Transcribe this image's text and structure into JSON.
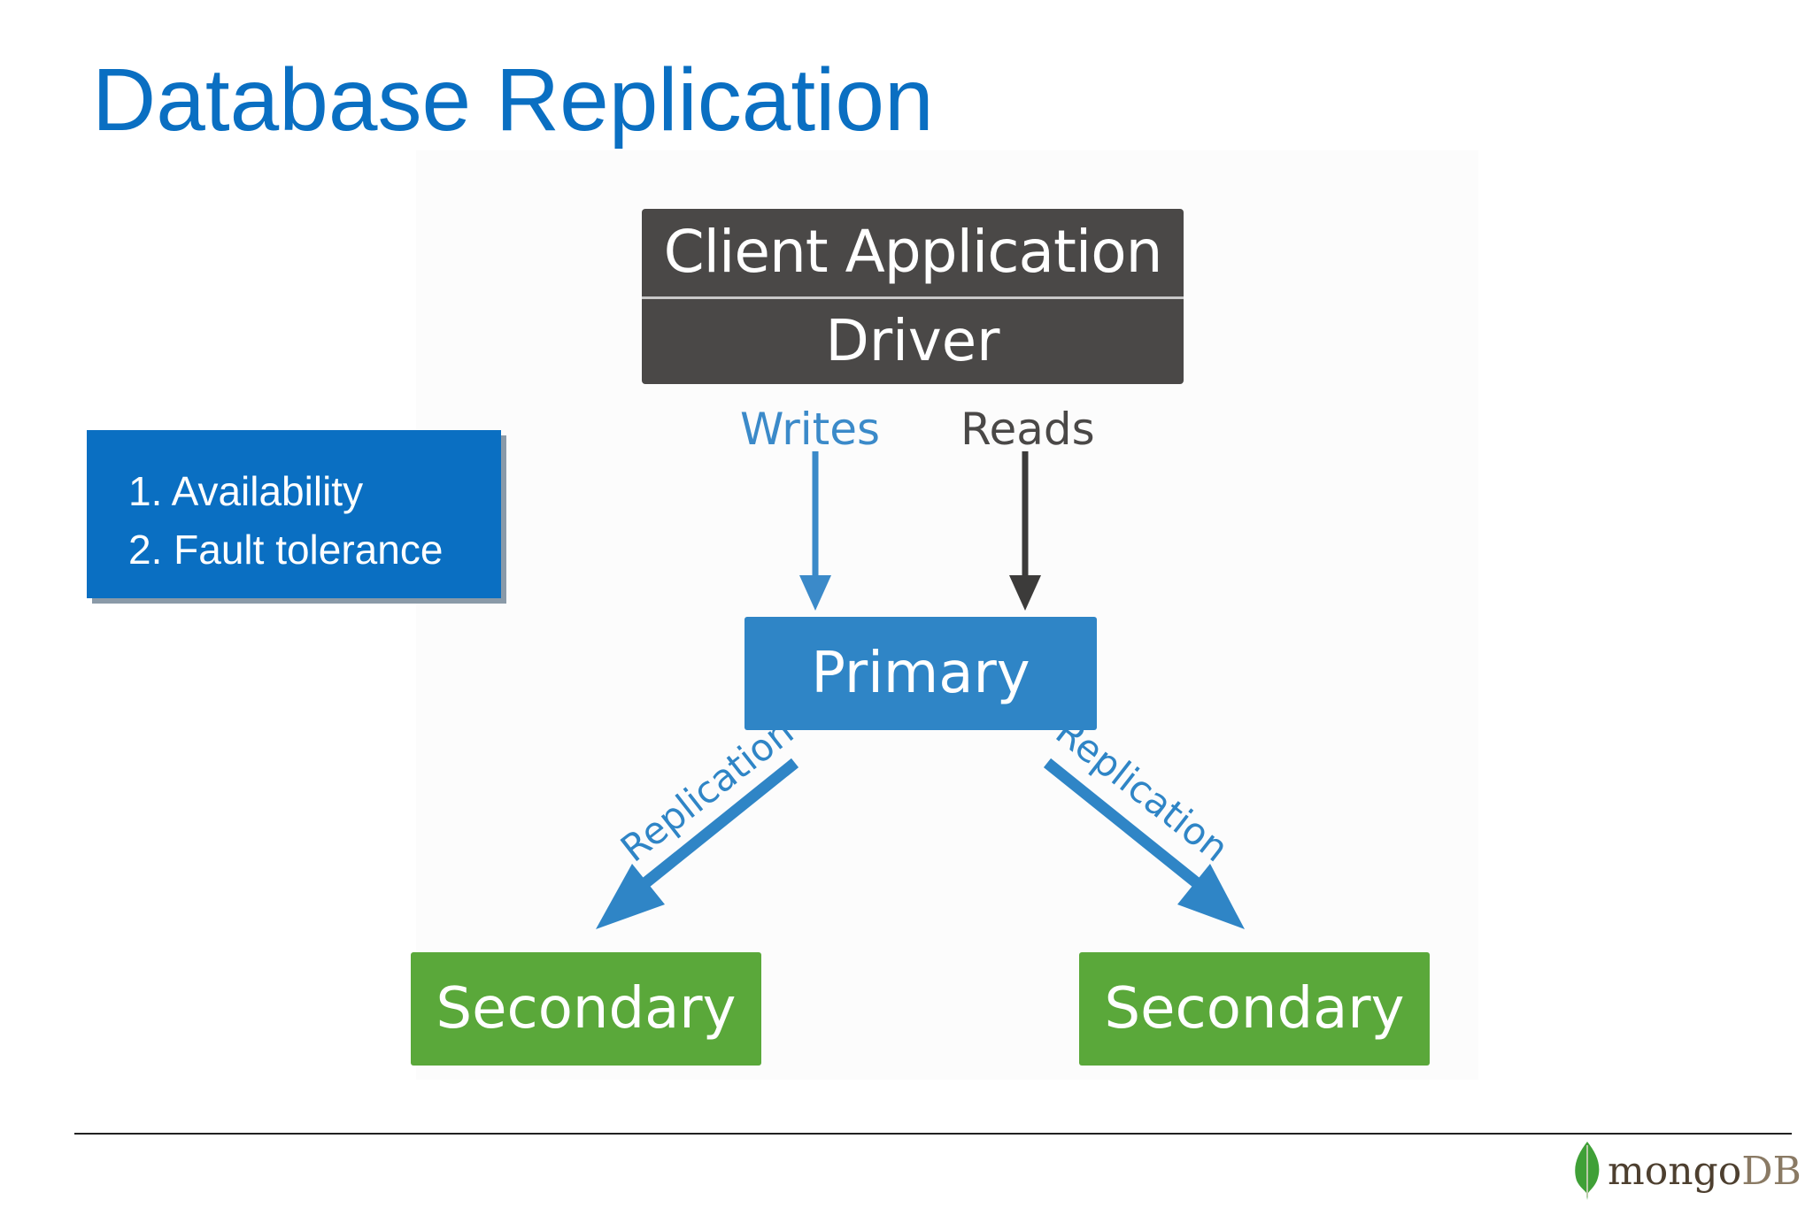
{
  "slide": {
    "title": "Database Replication"
  },
  "features": {
    "items": [
      "1. Availability",
      "2. Fault tolerance"
    ]
  },
  "diagram": {
    "client_application": "Client Application",
    "driver": "Driver",
    "writes": "Writes",
    "reads": "Reads",
    "primary": "Primary",
    "replication_left": "Replication",
    "replication_right": "Replication",
    "secondary_left": "Secondary",
    "secondary_right": "Secondary"
  },
  "logo": {
    "text_mongo": "mongo",
    "text_db": "DB",
    "icon": "leaf-icon"
  },
  "colors": {
    "title": "#0a6fc2",
    "features_box": "#0a6fc2",
    "client_box": "#4a4847",
    "primary": "#2f85c6",
    "secondary": "#5aa83a",
    "writes_arrow": "#3b8ac9",
    "reads_arrow": "#3c3b3a"
  }
}
